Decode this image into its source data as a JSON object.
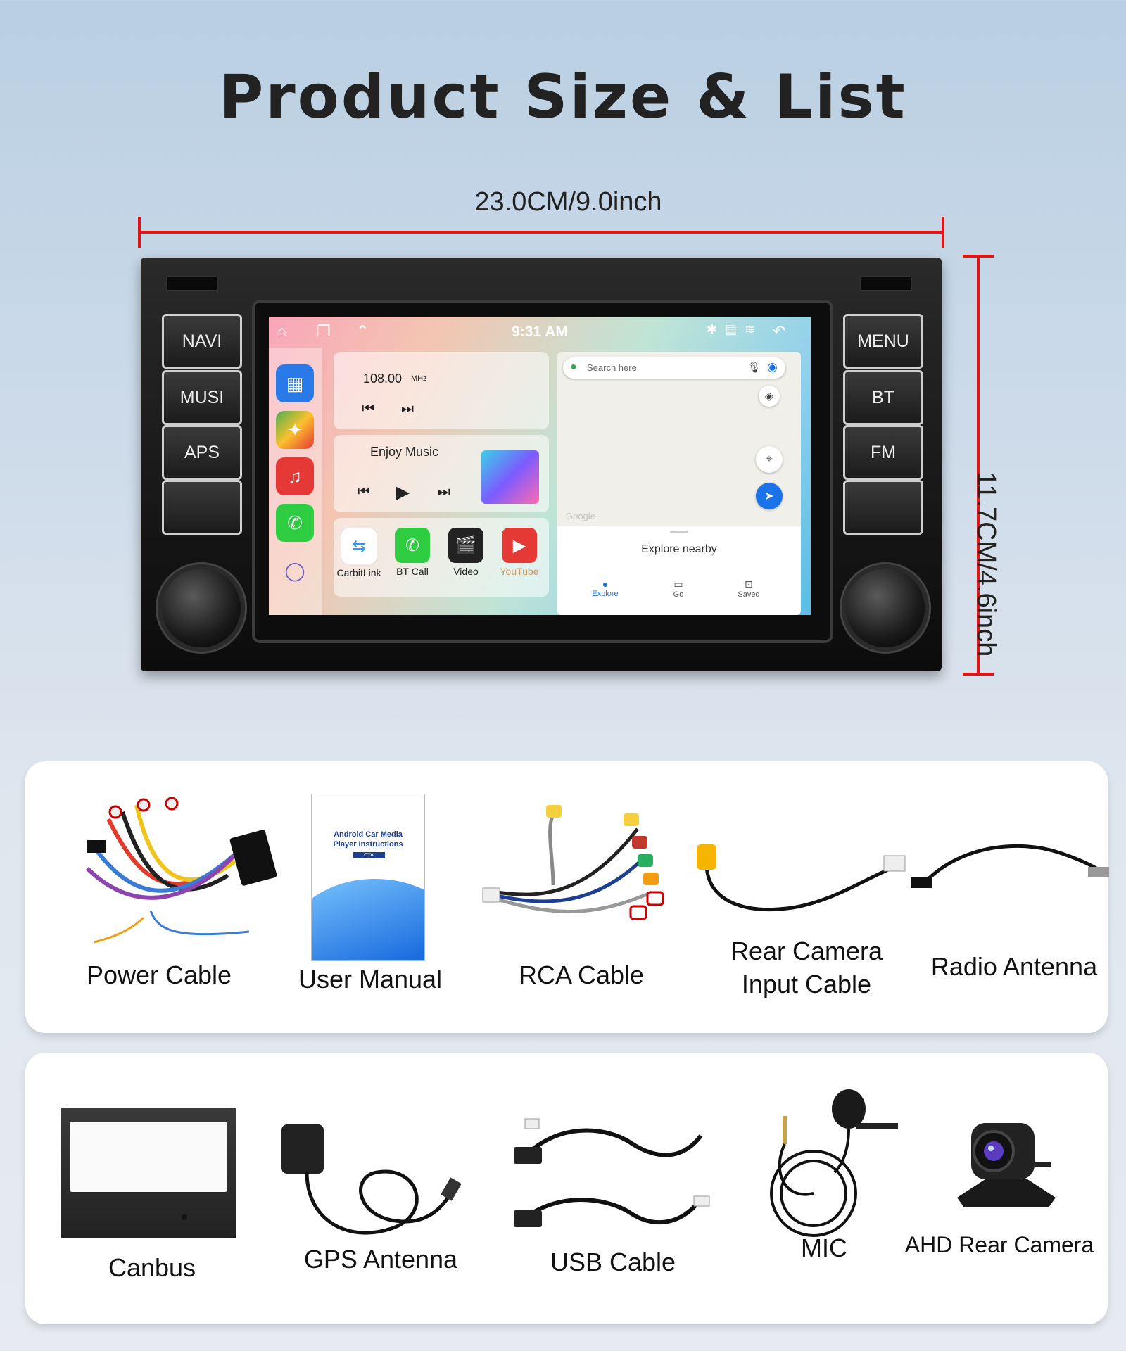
{
  "page": {
    "title": "Product Size & List"
  },
  "dimensions": {
    "width_label": "23.0CM/9.0inch",
    "height_label": "11.7CM/4.6inch",
    "line_color": "#e01616"
  },
  "head_unit": {
    "left_buttons": [
      "NAVI",
      "MUSI",
      "APS",
      ""
    ],
    "right_buttons": [
      "MENU",
      "BT",
      "FM",
      ""
    ],
    "screen": {
      "time": "9:31 AM",
      "radio": {
        "frequency": "108.00",
        "unit": "MHz"
      },
      "music": {
        "title": "Enjoy Music"
      },
      "shortcuts": [
        "CarbitLink",
        "BT Call",
        "Video",
        "YouTube"
      ],
      "map": {
        "search_placeholder": "Search here",
        "explore": "Explore nearby",
        "tabs": [
          "Explore",
          "Go",
          "Saved"
        ],
        "google": "Google"
      }
    }
  },
  "accessories_row1": [
    {
      "label": "Power Cable"
    },
    {
      "label": "User Manual",
      "manual_title": "Android Car Media Player Instructions",
      "manual_badge": "CYA"
    },
    {
      "label": "RCA Cable"
    },
    {
      "label": "Rear Camera Input Cable"
    },
    {
      "label": "Radio Antenna"
    }
  ],
  "accessories_row2": [
    {
      "label": "Canbus"
    },
    {
      "label": "GPS Antenna"
    },
    {
      "label": "USB Cable"
    },
    {
      "label": "MIC"
    },
    {
      "label": "AHD Rear Camera"
    }
  ]
}
